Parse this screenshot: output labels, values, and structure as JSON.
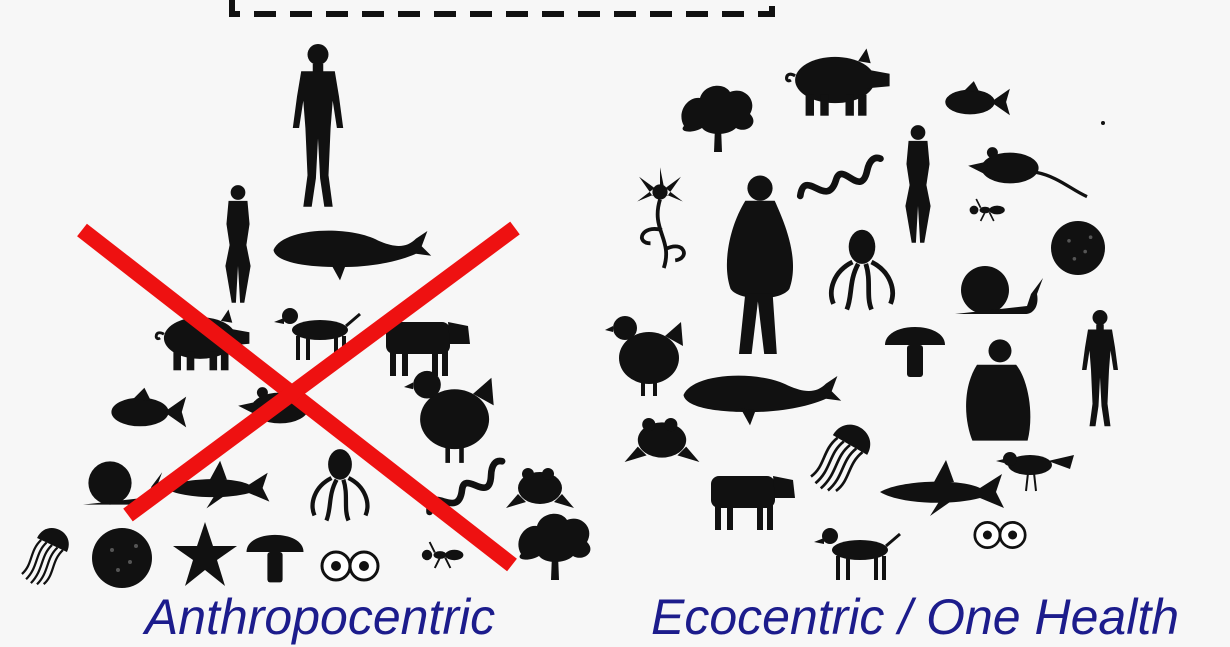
{
  "captions": {
    "left": "Anthropocentric",
    "right": "Ecocentric / One Health"
  },
  "colors": {
    "caption": "#1c1c8c",
    "silhouette": "#111111",
    "cross": "#ee1111",
    "background": "#f7f7f7",
    "dashed_box": "#111111"
  },
  "left_panel": {
    "arrangement": "pyramid",
    "crossed_out": true,
    "items": [
      "human-man",
      "human-woman",
      "whale",
      "pig",
      "dog",
      "cow",
      "fish",
      "rat",
      "chicken",
      "snail",
      "shark",
      "octopus",
      "snake",
      "frog",
      "jellyfish",
      "soil-clump",
      "starfish",
      "mushroom",
      "cells",
      "ant",
      "tree"
    ]
  },
  "right_panel": {
    "arrangement": "circle",
    "crossed_out": false,
    "items": [
      "pig",
      "fish",
      "tree",
      "snake",
      "human-woman",
      "rat",
      "flower",
      "human-obese",
      "ant",
      "octopus",
      "soil-clump",
      "snail",
      "chicken",
      "mushroom",
      "human-elderly",
      "human-man",
      "whale",
      "frog",
      "jellyfish",
      "bird",
      "cow",
      "shark",
      "dog",
      "cells"
    ]
  }
}
